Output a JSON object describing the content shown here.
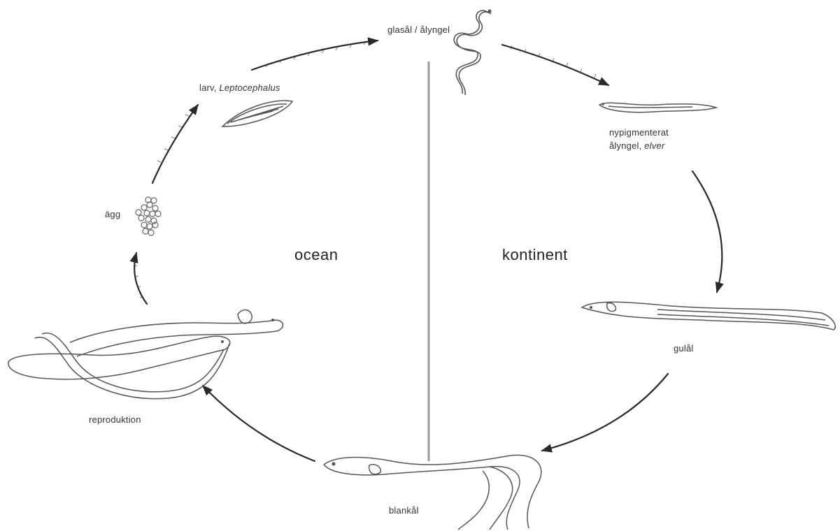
{
  "diagram": {
    "zones": {
      "ocean": "ocean",
      "continent": "kontinent"
    },
    "stages": {
      "glass_eel": "glasål / ålyngel",
      "larva_prefix": "larv, ",
      "larva_taxon": "Leptocephalus",
      "egg": "ägg",
      "pigmented_line1": "nypigmenterat",
      "pigmented_line2_a": "ålyngel, ",
      "pigmented_line2_b": "elver",
      "yellow_eel": "gulål",
      "silver_eel": "blankål",
      "reproduction": "reproduktion"
    },
    "colors": {
      "ink": "#222222",
      "arrow": "#2a2a2a",
      "divider": "#9a9a9a",
      "outline": "#555555"
    }
  }
}
